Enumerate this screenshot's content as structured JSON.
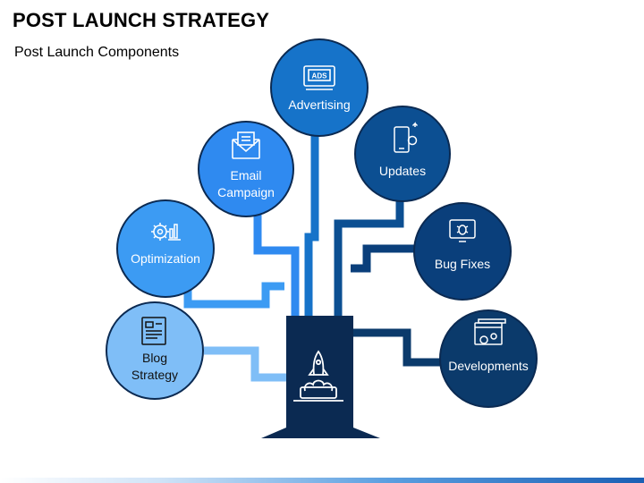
{
  "title": "POST LAUNCH STRATEGY",
  "subtitle": "Post Launch Components",
  "colors": {
    "advertising": "#1673c9",
    "updates": "#0c4f92",
    "email": "#2f8af0",
    "bug": "#0a3f7b",
    "optimization": "#3c9bf3",
    "developments": "#0b3a6b",
    "blog": "#7fbef7",
    "trunk": "#0b2a52"
  },
  "nodes": {
    "advertising": {
      "label": "Advertising",
      "icon": "ads-billboard-icon"
    },
    "updates": {
      "label": "Updates",
      "icon": "phone-update-icon"
    },
    "email": {
      "label_line1": "Email",
      "label_line2": "Campaign",
      "icon": "envelope-icon"
    },
    "bug": {
      "label": "Bug Fixes",
      "icon": "bug-monitor-icon"
    },
    "optimization": {
      "label": "Optimization",
      "icon": "gear-chart-icon"
    },
    "developments": {
      "label": "Developments",
      "icon": "browser-gears-icon"
    },
    "blog": {
      "label_line1": "Blog",
      "label_line2": "Strategy",
      "icon": "blog-page-icon"
    }
  },
  "trunk": {
    "icon": "rocket-launch-icon"
  }
}
